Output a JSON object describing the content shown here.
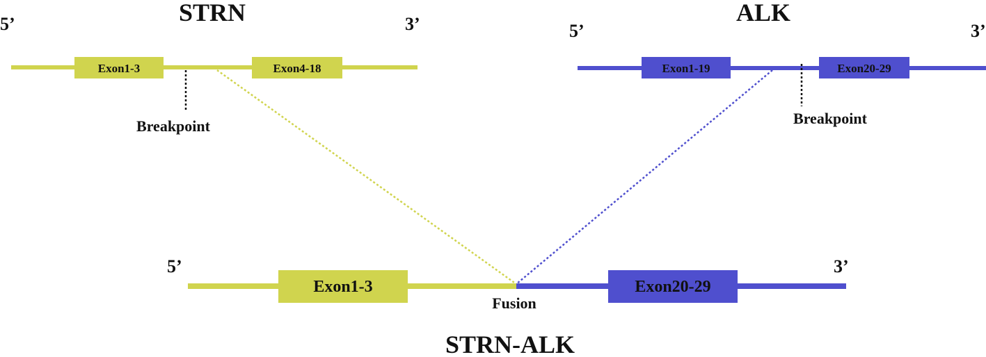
{
  "colors": {
    "strn": "#d0d44e",
    "alk": "#4f4fce",
    "text": "#111111"
  },
  "strn": {
    "title": "STRN",
    "five_prime": "5’",
    "three_prime": "3’",
    "exons": [
      "Exon1-3",
      "Exon4-18"
    ],
    "breakpoint_label": "Breakpoint"
  },
  "alk": {
    "title": "ALK",
    "five_prime": "5’",
    "three_prime": "3’",
    "exons": [
      "Exon1-19",
      "Exon20-29"
    ],
    "breakpoint_label": "Breakpoint"
  },
  "fusion": {
    "title": "STRN-ALK",
    "five_prime": "5’",
    "three_prime": "3’",
    "exons": [
      "Exon1-3",
      "Exon20-29"
    ],
    "junction_label": "Fusion"
  }
}
